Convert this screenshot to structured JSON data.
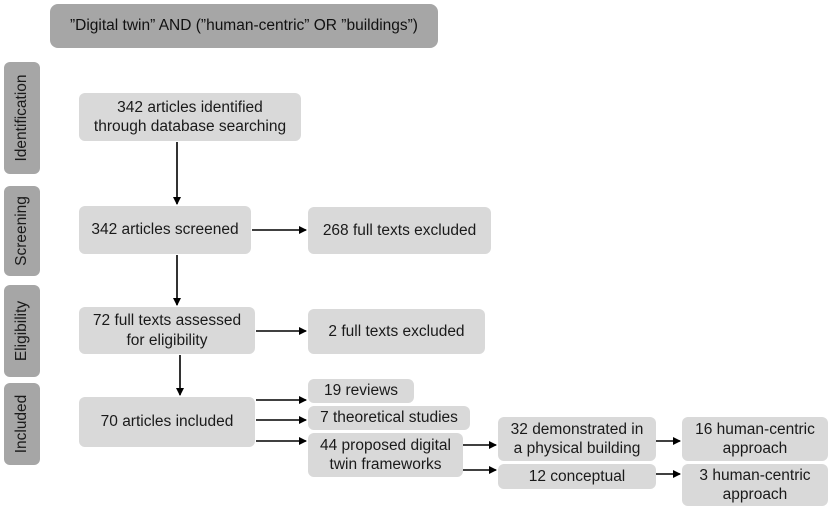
{
  "query": "”Digital twin” AND (”human-centric” OR ”buildings”)",
  "stages": {
    "identification": "Identification",
    "screening": "Screening",
    "eligibility": "Eligibility",
    "included": "Included"
  },
  "boxes": {
    "identified": "342 articles identified\nthrough database searching",
    "screened": "342 articles screened",
    "excluded_screening": "268 full texts excluded",
    "assessed": "72 full texts assessed\nfor eligibility",
    "excluded_eligibility": "2 full texts excluded",
    "included": "70 articles included",
    "reviews": "19 reviews",
    "theoretical": "7 theoretical studies",
    "frameworks": "44 proposed digital\ntwin frameworks",
    "demonstrated": "32 demonstrated in\na physical building",
    "conceptual": "12 conceptual",
    "hc_demonstrated": "16 human-centric\napproach",
    "hc_conceptual": "3 human-centric\napproach"
  },
  "colors": {
    "box_fill": "#d9d9d9",
    "stage_fill": "#a6a6a6",
    "query_fill": "#a6a6a6",
    "arrow": "#000000"
  }
}
